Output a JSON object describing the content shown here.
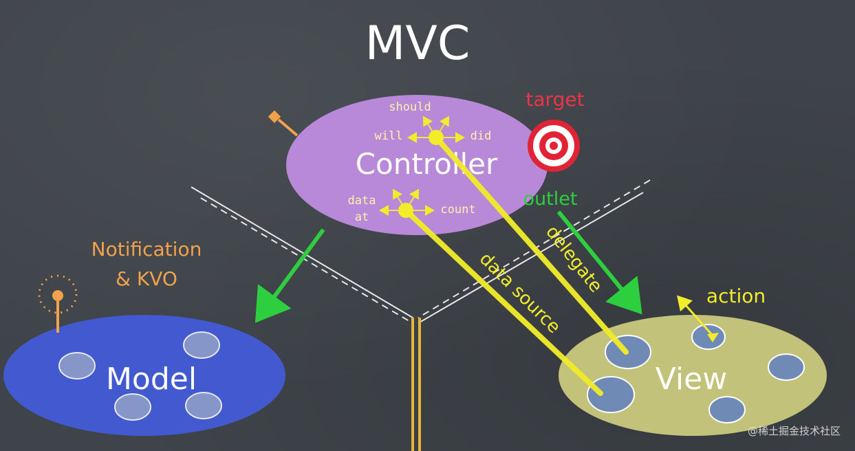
{
  "title": "MVC",
  "controller": {
    "label": "Controller",
    "delegate_hooks": {
      "should": "should",
      "will": "will",
      "did": "did"
    },
    "data_hooks": {
      "data": "data",
      "at": "at",
      "count": "count"
    }
  },
  "model": {
    "label": "Model"
  },
  "view": {
    "label": "View"
  },
  "labels": {
    "target": "target",
    "outlet": "outlet",
    "delegate": "delegate",
    "data_source": "data source",
    "action": "action",
    "notification_line1": "Notification",
    "notification_line2": "& KVO"
  },
  "watermark": "@稀土掘金技术社区",
  "colors": {
    "board": "#3f444a",
    "controller": "#b889d8",
    "model": "#4259cf",
    "view": "#c2c27a",
    "arrow_green": "#2ecf3f",
    "line_yellow": "#f2ec2a",
    "orange": "#f2a24a",
    "red": "#ee3344"
  }
}
